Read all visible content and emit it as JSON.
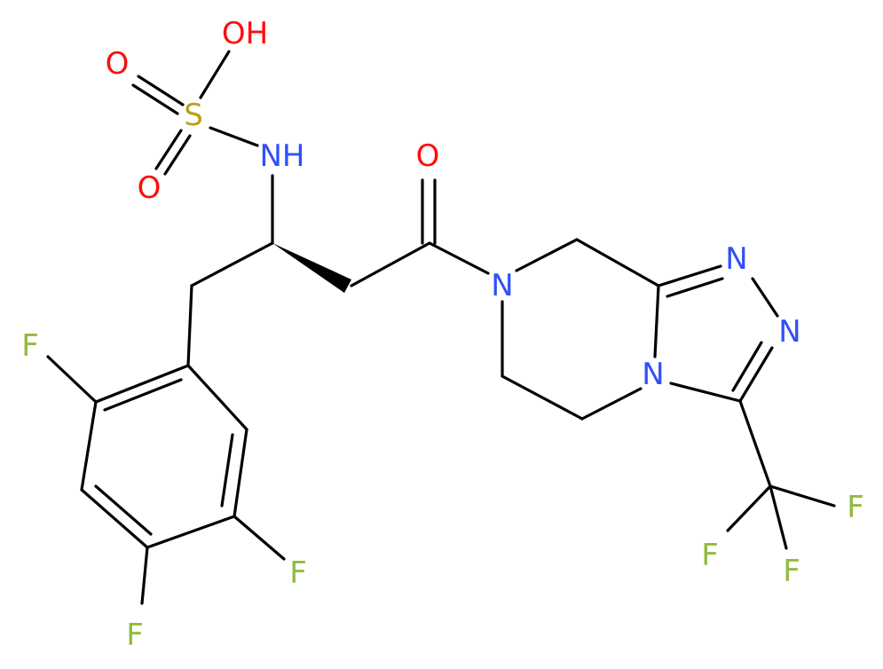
{
  "atoms": {
    "oh": "OH",
    "o_top": "O",
    "s": "S",
    "o_bottom": "O",
    "nh": "NH",
    "o_carbonyl": "O",
    "n_amide": "N",
    "n_triazole_1": "N",
    "n_triazole_2": "N",
    "n_triazole_3": "N",
    "f_2": "F",
    "f_4": "F",
    "f_5": "F",
    "f_cf3_a": "F",
    "f_cf3_b": "F",
    "f_cf3_c": "F"
  },
  "colors": {
    "bond": "#000000",
    "oxygen": "#ff0d0d",
    "nitrogen": "#3050f8",
    "sulfur": "#b8a01e",
    "fluorine": "#8fbc3f"
  }
}
